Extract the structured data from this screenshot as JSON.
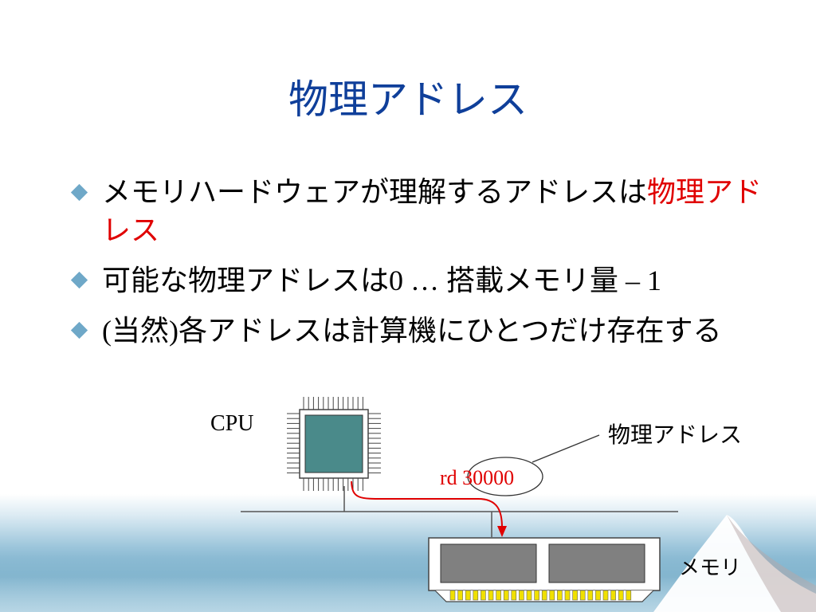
{
  "slide": {
    "title": "物理アドレス",
    "bullets": [
      {
        "text": "メモリハードウェアが理解するアドレスは",
        "highlight": "物理アドレス"
      },
      {
        "pre": "可能な物理アドレスは",
        "range": "0 … ",
        "mid": "搭載メモリ量",
        "suffix": " – 1"
      },
      {
        "paren_open": "(",
        "paren_word": "当然",
        "paren_close": ")",
        "text": "各アドレスは計算機にひとつだけ存在する"
      }
    ]
  },
  "diagram": {
    "cpu_label": "CPU",
    "address_label": "物理アドレス",
    "instruction": "rd 30000",
    "memory_label": "メモリ"
  },
  "colors": {
    "title": "#0f3f9a",
    "highlight": "#e00000",
    "bullet_marker": "#6fa8c8",
    "cpu_die": "#4a8a8a",
    "memory_chip": "#808080",
    "memory_pins": "#f0e000"
  }
}
